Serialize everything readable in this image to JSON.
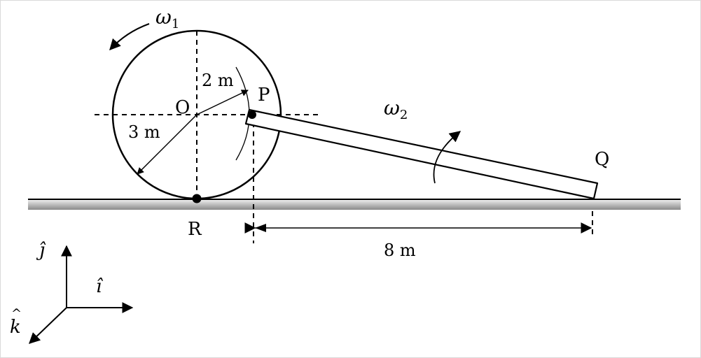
{
  "labels": {
    "omega1": "ω",
    "omega1_sub": "1",
    "omega2": "ω",
    "omega2_sub": "2",
    "point_o": "O",
    "point_p": "P",
    "point_q": "Q",
    "point_r": "R",
    "radius_3m": "3 m",
    "radius_2m": "2 m",
    "dim_8m": "8 m"
  },
  "axes": {
    "i_hat": "î",
    "j_hat": "ĵ",
    "k_hat": "k",
    "k_hat_mark": "^"
  },
  "colors": {
    "line": "#000000",
    "ground_top": "#f2f2f2",
    "ground_bottom": "#8a8a8a"
  }
}
